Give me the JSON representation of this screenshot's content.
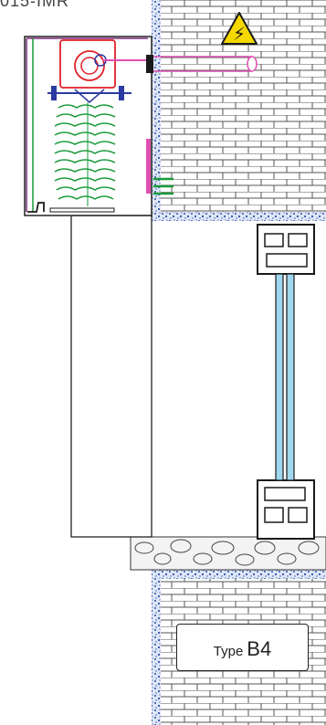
{
  "corner_text": "015-IMR",
  "type_label": {
    "word": "Type",
    "code": "B4"
  },
  "hazard_symbol": "⚡",
  "icons": [
    "high-voltage-warning-icon"
  ],
  "colors": {
    "line": "#1a1a1a",
    "roller_box": "#7a2a7a",
    "motor_red": "#e0202a",
    "slats_green": "#1a9a3a",
    "cable_pink": "#e050b0",
    "axle_blue": "#2a3aa0",
    "glass": "#9fd7ee",
    "warning_yellow": "#f5d800",
    "insulation_blue": "#2f4fa8"
  }
}
